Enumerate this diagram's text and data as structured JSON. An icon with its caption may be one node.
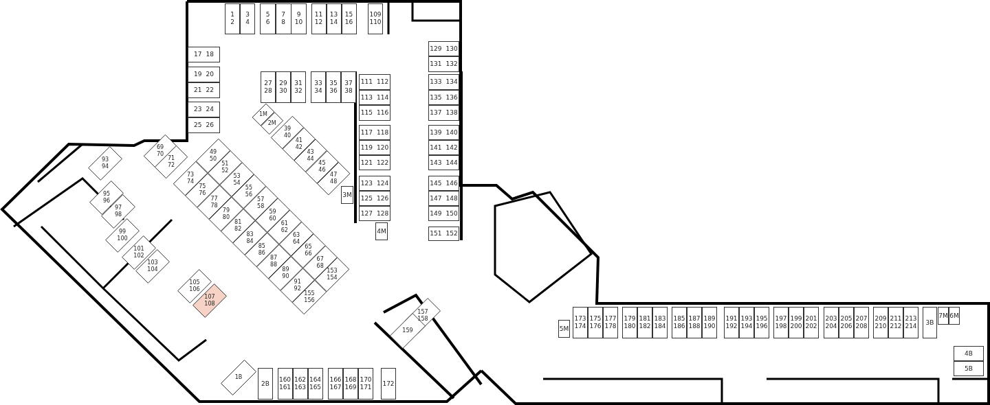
{
  "diagram": {
    "nodes": [
      {
        "text": [
          "1",
          "2"
        ]
      },
      {
        "text": [
          "3",
          "4"
        ]
      },
      {
        "text": [
          "5",
          "6"
        ]
      },
      {
        "text": [
          "7",
          "8"
        ]
      },
      {
        "text": [
          "9",
          "10"
        ]
      },
      {
        "text": [
          "11",
          "12"
        ]
      },
      {
        "text": [
          "13",
          "14"
        ]
      },
      {
        "text": [
          "15",
          "16"
        ]
      },
      {
        "text": [
          "109",
          "110"
        ]
      },
      {
        "text": [
          "17",
          "18"
        ]
      },
      {
        "text": [
          "19",
          "20"
        ]
      },
      {
        "text": [
          "21",
          "22"
        ]
      },
      {
        "text": [
          "23",
          "24"
        ]
      },
      {
        "text": [
          "25",
          "26"
        ]
      },
      {
        "text": [
          "27",
          "28"
        ]
      },
      {
        "text": [
          "29",
          "30"
        ]
      },
      {
        "text": [
          "31",
          "32"
        ]
      },
      {
        "text": [
          "33",
          "34"
        ]
      },
      {
        "text": [
          "35",
          "36"
        ]
      },
      {
        "text": [
          "37",
          "38"
        ]
      },
      {
        "text": [
          "111",
          "112"
        ]
      },
      {
        "text": [
          "113",
          "114"
        ]
      },
      {
        "text": [
          "115",
          "116"
        ]
      },
      {
        "text": [
          "117",
          "118"
        ]
      },
      {
        "text": [
          "119",
          "120"
        ]
      },
      {
        "text": [
          "121",
          "122"
        ]
      },
      {
        "text": [
          "123",
          "124"
        ]
      },
      {
        "text": [
          "125",
          "126"
        ]
      },
      {
        "text": [
          "127",
          "128"
        ]
      },
      {
        "text": [
          "4M"
        ]
      },
      {
        "text": [
          "129",
          "130"
        ]
      },
      {
        "text": [
          "131",
          "132"
        ]
      },
      {
        "text": [
          "133",
          "134"
        ]
      },
      {
        "text": [
          "135",
          "136"
        ]
      },
      {
        "text": [
          "137",
          "138"
        ]
      },
      {
        "text": [
          "139",
          "140"
        ]
      },
      {
        "text": [
          "141",
          "142"
        ]
      },
      {
        "text": [
          "143",
          "144"
        ]
      },
      {
        "text": [
          "145",
          "146"
        ]
      },
      {
        "text": [
          "147",
          "148"
        ]
      },
      {
        "text": [
          "149",
          "150"
        ]
      },
      {
        "text": [
          "151",
          "152"
        ]
      },
      {
        "text": [
          "1M"
        ]
      },
      {
        "text": [
          "2M"
        ]
      },
      {
        "text": [
          "39",
          "40"
        ]
      },
      {
        "text": [
          "41",
          "42"
        ]
      },
      {
        "text": [
          "43",
          "44"
        ]
      },
      {
        "text": [
          "45",
          "46"
        ]
      },
      {
        "text": [
          "47",
          "48"
        ]
      },
      {
        "text": [
          "3M"
        ]
      },
      {
        "text": [
          "69",
          "70"
        ]
      },
      {
        "text": [
          "71",
          "72"
        ]
      },
      {
        "text": [
          "49",
          "50"
        ]
      },
      {
        "text": [
          "51",
          "52"
        ]
      },
      {
        "text": [
          "53",
          "54"
        ]
      },
      {
        "text": [
          "55",
          "56"
        ]
      },
      {
        "text": [
          "57",
          "58"
        ]
      },
      {
        "text": [
          "59",
          "60"
        ]
      },
      {
        "text": [
          "61",
          "62"
        ]
      },
      {
        "text": [
          "63",
          "64"
        ]
      },
      {
        "text": [
          "65",
          "66"
        ]
      },
      {
        "text": [
          "67",
          "68"
        ]
      },
      {
        "text": [
          "73",
          "74"
        ]
      },
      {
        "text": [
          "75",
          "76"
        ]
      },
      {
        "text": [
          "77",
          "78"
        ]
      },
      {
        "text": [
          "79",
          "80"
        ]
      },
      {
        "text": [
          "81",
          "82"
        ]
      },
      {
        "text": [
          "83",
          "84"
        ]
      },
      {
        "text": [
          "85",
          "86"
        ]
      },
      {
        "text": [
          "87",
          "88"
        ]
      },
      {
        "text": [
          "89",
          "90"
        ]
      },
      {
        "text": [
          "91",
          "92"
        ]
      },
      {
        "text": [
          "153",
          "154"
        ]
      },
      {
        "text": [
          "155",
          "156"
        ]
      },
      {
        "text": [
          "93",
          "94"
        ]
      },
      {
        "text": [
          "95",
          "96"
        ]
      },
      {
        "text": [
          "97",
          "98"
        ]
      },
      {
        "text": [
          "99",
          "100"
        ]
      },
      {
        "text": [
          "101",
          "102"
        ]
      },
      {
        "text": [
          "103",
          "104"
        ]
      },
      {
        "text": [
          "105",
          "106"
        ]
      },
      {
        "text": [
          "107",
          "108"
        ]
      },
      {
        "text": [
          "157",
          "158"
        ]
      },
      {
        "text": [
          "159"
        ]
      },
      {
        "text": [
          "1B"
        ]
      },
      {
        "text": [
          "2B"
        ]
      },
      {
        "text": [
          "160",
          "161"
        ]
      },
      {
        "text": [
          "162",
          "163"
        ]
      },
      {
        "text": [
          "164",
          "165"
        ]
      },
      {
        "text": [
          "166",
          "167"
        ]
      },
      {
        "text": [
          "168",
          "169"
        ]
      },
      {
        "text": [
          "170",
          "171"
        ]
      },
      {
        "text": [
          "172"
        ]
      },
      {
        "text": [
          "5M"
        ]
      },
      {
        "text": [
          "173",
          "174"
        ]
      },
      {
        "text": [
          "175",
          "176"
        ]
      },
      {
        "text": [
          "177",
          "178"
        ]
      },
      {
        "text": [
          "179",
          "180"
        ]
      },
      {
        "text": [
          "181",
          "182"
        ]
      },
      {
        "text": [
          "183",
          "184"
        ]
      },
      {
        "text": [
          "185",
          "186"
        ]
      },
      {
        "text": [
          "187",
          "188"
        ]
      },
      {
        "text": [
          "189",
          "190"
        ]
      },
      {
        "text": [
          "191",
          "192"
        ]
      },
      {
        "text": [
          "193",
          "194"
        ]
      },
      {
        "text": [
          "195",
          "196"
        ]
      },
      {
        "text": [
          "197",
          "198"
        ]
      },
      {
        "text": [
          "199",
          "200"
        ]
      },
      {
        "text": [
          "201",
          "202"
        ]
      },
      {
        "text": [
          "203",
          "204"
        ]
      },
      {
        "text": [
          "205",
          "206"
        ]
      },
      {
        "text": [
          "207",
          "208"
        ]
      },
      {
        "text": [
          "209",
          "210"
        ]
      },
      {
        "text": [
          "211",
          "212"
        ]
      },
      {
        "text": [
          "213",
          "214"
        ]
      },
      {
        "text": [
          "3B"
        ]
      },
      {
        "text": [
          "7M"
        ]
      },
      {
        "text": [
          "6M"
        ]
      },
      {
        "text": [
          "4B"
        ]
      },
      {
        "text": [
          "5B"
        ]
      }
    ]
  }
}
